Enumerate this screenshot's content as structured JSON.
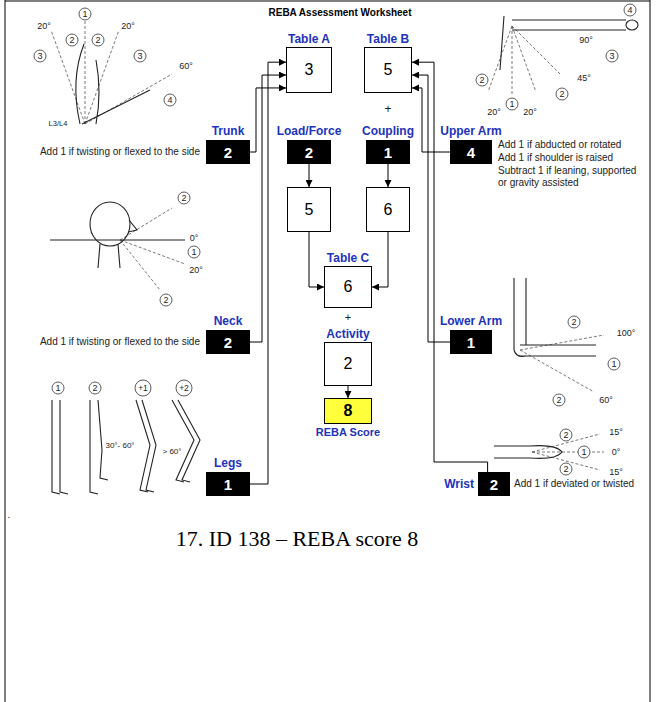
{
  "diagram": {
    "title": "REBA Assessment Worksheet",
    "caption": "17. ID 138 – REBA score 8",
    "nodes": [
      {
        "text": [
          "Table A",
          "3"
        ]
      },
      {
        "text": [
          "Table B",
          "5"
        ]
      },
      {
        "text": [
          "Trunk",
          "2"
        ]
      },
      {
        "text": [
          "Load/Force",
          "2"
        ]
      },
      {
        "text": [
          "Coupling",
          "1"
        ]
      },
      {
        "text": [
          "Upper Arm",
          "4"
        ]
      },
      {
        "text": [
          "5"
        ]
      },
      {
        "text": [
          "6"
        ]
      },
      {
        "text": [
          "Table C",
          "6"
        ]
      },
      {
        "text": [
          "Neck",
          "2"
        ]
      },
      {
        "text": [
          "Lower Arm",
          "1"
        ]
      },
      {
        "text": [
          "Activity",
          "2"
        ]
      },
      {
        "text": [
          "8",
          "REBA Score"
        ]
      },
      {
        "text": [
          "Legs",
          "1"
        ]
      },
      {
        "text": [
          "Wrist",
          "2"
        ]
      }
    ],
    "edges": [
      {
        "from": 2,
        "to": 0,
        "arrow": "to"
      },
      {
        "from": 9,
        "to": 0,
        "arrow": "to"
      },
      {
        "from": 13,
        "to": 0,
        "arrow": "to"
      },
      {
        "from": 5,
        "to": 1,
        "arrow": "to"
      },
      {
        "from": 10,
        "to": 1,
        "arrow": "to"
      },
      {
        "from": 14,
        "to": 1,
        "arrow": "to"
      },
      {
        "from": 3,
        "to": 6,
        "arrow": "to"
      },
      {
        "from": 4,
        "to": 7,
        "arrow": "to"
      },
      {
        "from": 6,
        "to": 8,
        "arrow": "to"
      },
      {
        "from": 7,
        "to": 8,
        "arrow": "to"
      },
      {
        "from": 11,
        "to": 12,
        "arrow": "to"
      }
    ],
    "labels": [
      "1",
      "20°",
      "20°",
      "2",
      "2",
      "3",
      "3",
      "60°",
      "4",
      "L3/L4",
      "Add 1 if twisting or flexed to the side",
      "+",
      "4",
      "90°",
      "3",
      "2",
      "45°",
      "2",
      "1",
      "20°",
      "20°",
      "Add 1 if abducted or rotated",
      "Add 1 if shoulder is raised",
      "Subtract 1 if leaning, supported or gravity assisted",
      "2",
      "0°",
      "1",
      "20°",
      "2",
      "+",
      "2",
      "100°",
      "1",
      "2",
      "60°",
      "Add 1 if twisting or flexed to the side",
      "1",
      "2",
      "+1",
      "+2",
      "30°- 60°",
      "> 60°",
      "2",
      "15°",
      "1",
      "0°",
      "2",
      "15°",
      "Add 1 if deviated or twisted",
      "."
    ]
  }
}
